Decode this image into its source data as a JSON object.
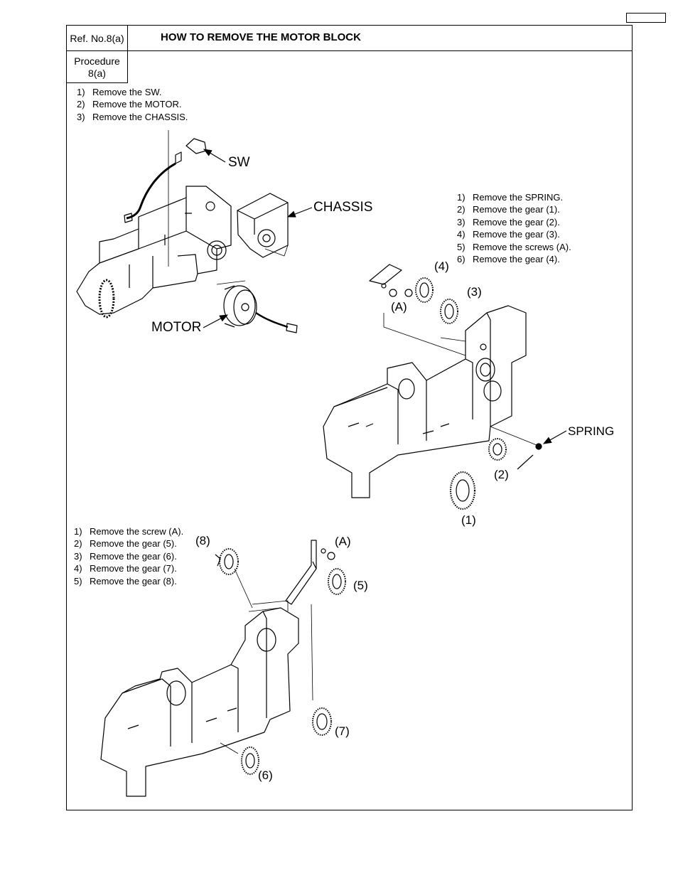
{
  "header": {
    "ref_label": "Ref. No.8(a)",
    "title": "HOW TO REMOVE THE MOTOR BLOCK",
    "procedure_line1": "Procedure",
    "procedure_line2": "8(a)"
  },
  "section1": {
    "steps": [
      {
        "num": "1)",
        "text": "Remove the SW."
      },
      {
        "num": "2)",
        "text": "Remove the MOTOR."
      },
      {
        "num": "3)",
        "text": "Remove the CHASSIS."
      }
    ],
    "labels": {
      "sw": "SW",
      "chassis": "CHASSIS",
      "motor": "MOTOR"
    }
  },
  "section2": {
    "steps": [
      {
        "num": "1)",
        "text": "Remove the SPRING."
      },
      {
        "num": "2)",
        "text": "Remove the gear (1)."
      },
      {
        "num": "3)",
        "text": "Remove the gear (2)."
      },
      {
        "num": "4)",
        "text": "Remove the gear (3)."
      },
      {
        "num": "5)",
        "text": "Remove the screws (A)."
      },
      {
        "num": "6)",
        "text": "Remove the gear (4)."
      }
    ],
    "labels": {
      "gear4": "(4)",
      "gear3": "(3)",
      "screw_a": "(A)",
      "spring": "SPRING",
      "gear2": "(2)",
      "gear1": "(1)"
    }
  },
  "section3": {
    "steps": [
      {
        "num": "1)",
        "text": "Remove the screw (A)."
      },
      {
        "num": "2)",
        "text": "Remove the gear (5)."
      },
      {
        "num": "3)",
        "text": "Remove the gear (6)."
      },
      {
        "num": "4)",
        "text": "Remove the gear (7)."
      },
      {
        "num": "5)",
        "text": "Remove the gear (8)."
      }
    ],
    "labels": {
      "gear8": "(8)",
      "screw_a": "(A)",
      "gear5": "(5)",
      "gear7": "(7)",
      "gear6": "(6)"
    }
  }
}
